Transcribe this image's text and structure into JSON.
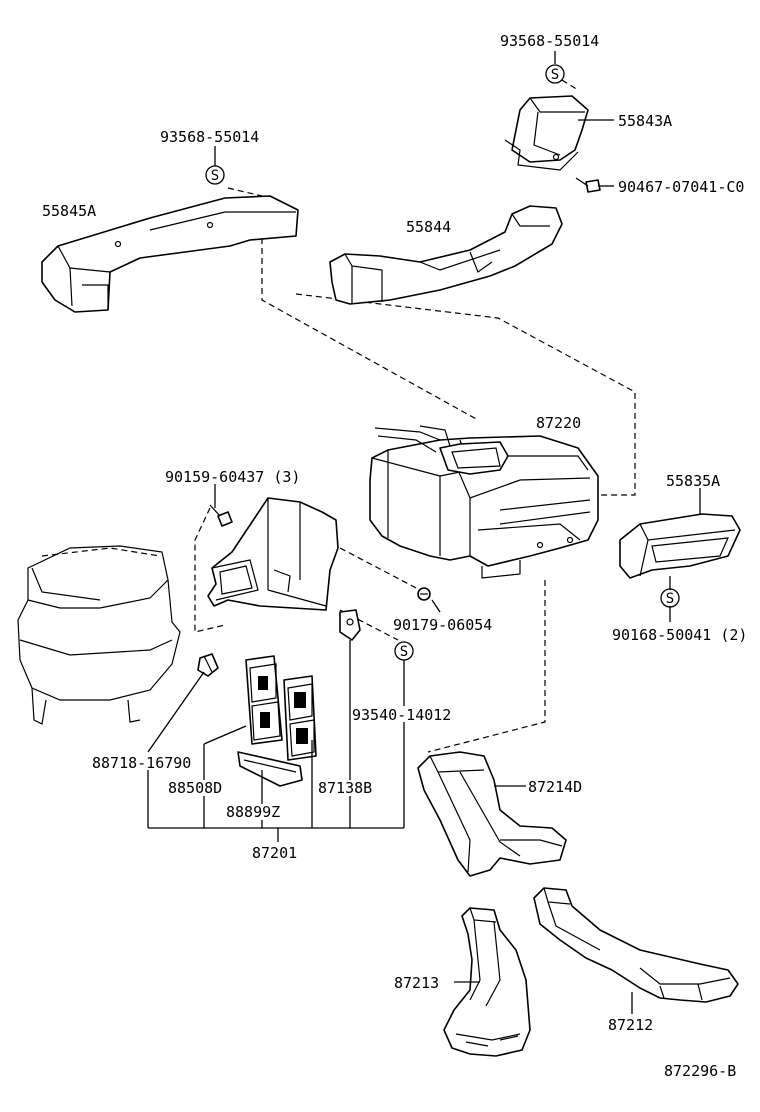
{
  "parts": {
    "p_93568_top": "93568-55014",
    "p_55843A": "55843A",
    "p_90467": "90467-07041-C0",
    "p_93568_left": "93568-55014",
    "p_55845A": "55845A",
    "p_55844": "55844",
    "p_87220": "87220",
    "p_90159": "90159-60437 (3)",
    "p_55835A": "55835A",
    "p_90179": "90179-06054",
    "p_90168": "90168-50041 (2)",
    "p_93540": "93540-14012",
    "p_88718": "88718-16790",
    "p_88508D": "88508D",
    "p_87138B": "87138B",
    "p_88899Z": "88899Z",
    "p_87214D": "87214D",
    "p_87201": "87201",
    "p_87213": "87213",
    "p_87212": "87212",
    "diagram_id": "872296-B"
  },
  "symbols": {
    "screw_marker": "S"
  },
  "colors": {
    "line": "#000000",
    "background": "#ffffff"
  }
}
